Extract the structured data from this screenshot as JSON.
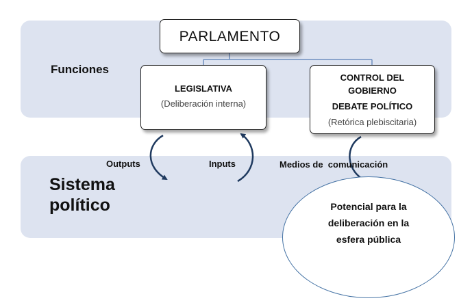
{
  "title": "PARLAMENTO",
  "bands": {
    "funciones": "Funciones",
    "sistema_line1": "Sistema",
    "sistema_line2": "político"
  },
  "legislativa": {
    "title": "LEGISLATIVA",
    "subtitle": "(Deliberación interna)"
  },
  "control": {
    "line1": "CONTROL DEL",
    "line2": "GOBIERNO",
    "line3": "DEBATE POLÍTICO",
    "subtitle": "(Retórica plebiscitaria)"
  },
  "flows": {
    "outputs": "Outputs",
    "inputs": "Inputs",
    "medios": "Medios de  comunicación"
  },
  "esfera": {
    "line1": "Potencial para la",
    "line2": "deliberación en la",
    "line3": "esfera pública"
  },
  "colors": {
    "band": "#dde3f0",
    "connector": "#6e8fbf",
    "arrow": "#1f3a5f",
    "ellipse_border": "#4472a4"
  }
}
